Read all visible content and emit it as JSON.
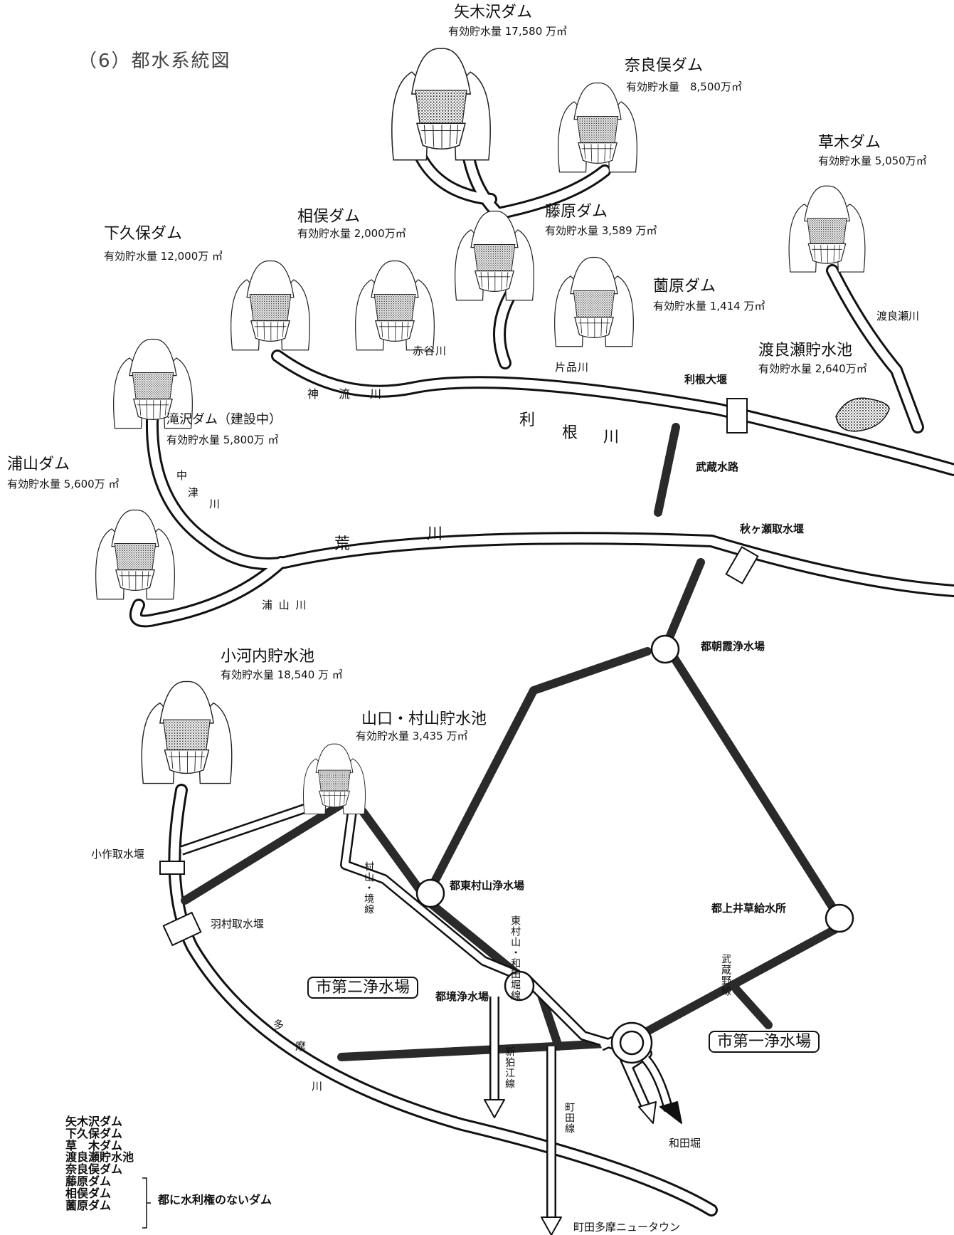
{
  "title": "（6）都水系統図",
  "dams": {
    "yagisawa": {
      "name": "矢木沢ダム",
      "capacity": "有効貯水量 17,580 万㎥"
    },
    "naramata": {
      "name": "奈良俣ダム",
      "capacity": "有効貯水量　8,500万㎥"
    },
    "kusaki": {
      "name": "草木ダム",
      "capacity": "有効貯水量 5,050万㎥"
    },
    "aimata": {
      "name": "相俣ダム",
      "capacity": "有効貯水量 2,000万㎥"
    },
    "fujiwara": {
      "name": "藤原ダム",
      "capacity": "有効貯水量 3,589 万㎥"
    },
    "shimokubo": {
      "name": "下久保ダム",
      "capacity": "有効貯水量 12,000万 ㎥"
    },
    "sonohara": {
      "name": "薗原ダム",
      "capacity": "有効貯水量 1,414 万㎥"
    },
    "watarase": {
      "name": "渡良瀬貯水池",
      "capacity": "有効貯水量 2,640万㎥"
    },
    "takizawa": {
      "name": "滝沢ダム（建設中）",
      "capacity": "有効貯水量 5,800万 ㎥"
    },
    "urayama": {
      "name": "浦山ダム",
      "capacity": "有効貯水量 5,600万 ㎥"
    },
    "ogouchi": {
      "name": "小河内貯水池",
      "capacity": "有効貯水量 18,540 万 ㎥"
    },
    "yamaguchi": {
      "name": "山口・村山貯水池",
      "capacity": "有効貯水量 3,435 万㎥"
    }
  },
  "rivers": {
    "tone": [
      "利",
      "根",
      "川"
    ],
    "ara": [
      "荒",
      "川"
    ],
    "kanna": "神　流　川",
    "akaya": "赤谷川",
    "katashina": "片品川",
    "watarase": "渡良瀬川",
    "nakatsu": [
      "中",
      "津",
      "川"
    ],
    "urayama": "浦 山 川",
    "tama": [
      "多",
      "摩",
      "川"
    ]
  },
  "facilities": {
    "tone_weir": "利根大堰",
    "musashi_canal": "武蔵水路",
    "akigase": "秋ヶ瀬取水堰",
    "asaka": "都朝霞浄水場",
    "higashimurayama": "都東村山浄水場",
    "kamiigusa": "都上井草給水所",
    "sakai": "都境浄水場",
    "ozaku": "小作取水堰",
    "hamura": "羽村取水堰",
    "city2": "市第二浄水場",
    "city1": "市第一浄水場",
    "wadabori": "和田堀",
    "machida_tama": "町田多摩ニュータウン"
  },
  "lines": {
    "murayama_sakai": "村山・境線",
    "higashimurayama_wada": "東村山・和田堀線",
    "musashino": "武蔵野線",
    "shin_komae": "新狛江線",
    "machida": "町田線"
  },
  "legend": {
    "items": [
      "矢木沢ダム",
      "下久保ダム",
      "草　木ダム",
      "渡良瀬貯水池",
      "奈良俣ダム",
      "藤原ダム",
      "相俣ダム",
      "薗原ダム"
    ],
    "note": "都に水利権のないダム"
  }
}
